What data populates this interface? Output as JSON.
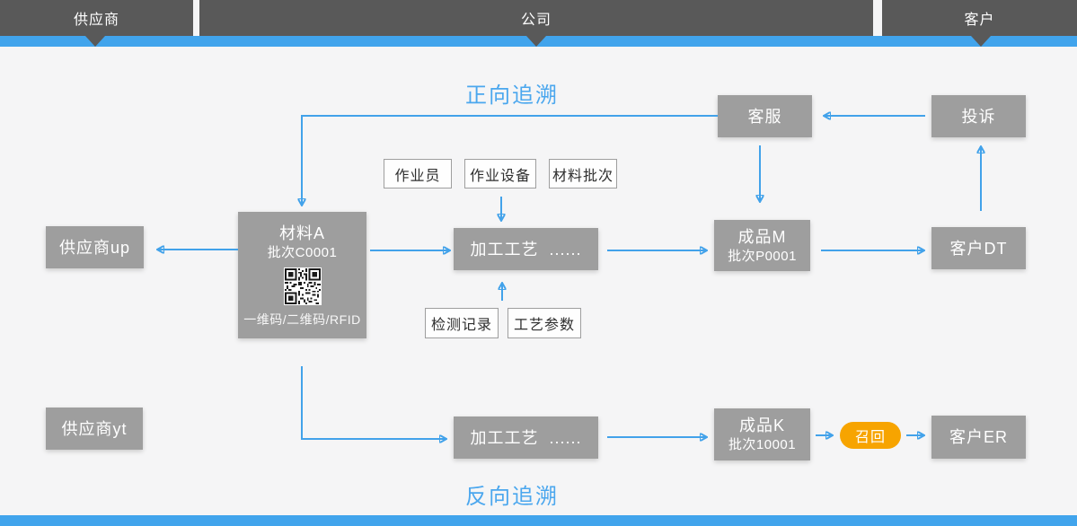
{
  "header": {
    "segments": [
      {
        "label": "供应商"
      },
      {
        "label": "公司"
      },
      {
        "label": "客户"
      }
    ]
  },
  "titles": {
    "forward": "正向追溯",
    "backward": "反向追溯"
  },
  "nodes": {
    "customer_service": {
      "label": "客服"
    },
    "complaint": {
      "label": "投诉"
    },
    "operator": {
      "label": "作业员"
    },
    "equipment": {
      "label": "作业设备"
    },
    "material_batch": {
      "label": "材料批次"
    },
    "material_a": {
      "title": "材料A",
      "batch": "批次C0001",
      "codes": "一维码/二维码/RFID"
    },
    "supplier_up": {
      "label": "供应商up"
    },
    "process_top": {
      "label": "加工工艺  ......"
    },
    "product_m": {
      "title": "成品M",
      "batch": "批次P0001"
    },
    "customer_dt": {
      "label": "客户DT"
    },
    "inspection_record": {
      "label": "检测记录"
    },
    "process_params": {
      "label": "工艺参数"
    },
    "supplier_yt": {
      "label": "供应商yt"
    },
    "process_bottom": {
      "label": "加工工艺  ......"
    },
    "product_k": {
      "title": "成品K",
      "batch": "批次10001"
    },
    "recall": {
      "label": "召回"
    },
    "customer_er": {
      "label": "客户ER"
    }
  },
  "icons": {
    "qr_code": "qr-code",
    "header_pointer": "triangle-down"
  },
  "colors": {
    "header_gray": "#595959",
    "accent_blue_bar": "#41a4ec",
    "arrow_blue": "#42a2ea",
    "title_blue": "#4ba7ee",
    "node_gray": "#9e9e9e",
    "recall_orange": "#f7a400",
    "background": "#f5f5f6"
  }
}
